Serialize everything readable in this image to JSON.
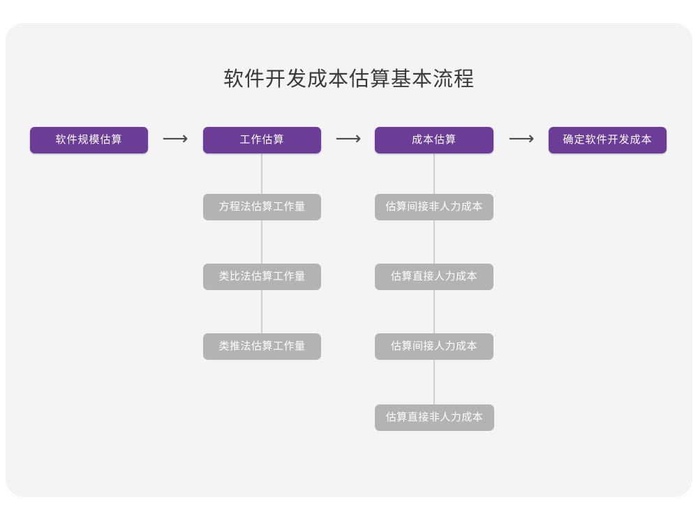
{
  "page": {
    "title": "软件开发成本估算基本流程",
    "background": "#ffffff",
    "panel_color": "#f4f4f5"
  },
  "colors": {
    "primary": "#6b3d96",
    "sub": "#b3b3b3",
    "connector": "#cfcfcf",
    "title_text": "#3a3a3a",
    "node_text": "#ffffff",
    "arrow": "#4a4a4a"
  },
  "flow": {
    "arrow_glyph": "⟶",
    "stages": [
      {
        "id": "stage-1",
        "label": "软件规模估算",
        "sub_items": []
      },
      {
        "id": "stage-2",
        "label": "工作估算",
        "sub_items": [
          {
            "label": "方程法估算工作量"
          },
          {
            "label": "类比法估算工作量"
          },
          {
            "label": "类推法估算工作量"
          }
        ]
      },
      {
        "id": "stage-3",
        "label": "成本估算",
        "sub_items": [
          {
            "label": "估算间接非人力成本"
          },
          {
            "label": "估算直接人力成本"
          },
          {
            "label": "估算间接人力成本"
          },
          {
            "label": "估算直接非人力成本"
          }
        ]
      },
      {
        "id": "stage-4",
        "label": "确定软件开发成本",
        "sub_items": []
      }
    ],
    "arrows": [
      {
        "from": "stage-1",
        "to": "stage-2"
      },
      {
        "from": "stage-2",
        "to": "stage-3"
      },
      {
        "from": "stage-3",
        "to": "stage-4"
      }
    ]
  }
}
